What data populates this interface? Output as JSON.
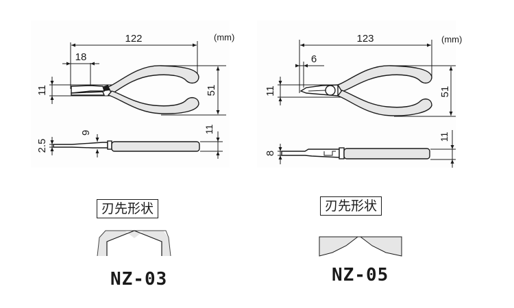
{
  "unit_label": "(mm)",
  "diagrams": [
    {
      "model": "NZ-03",
      "tip_shape_label": "刃先形状",
      "dimensions": {
        "overall_length": "122",
        "tip_length": "18",
        "tip_height": "11",
        "handle_spread": "51",
        "handle_thickness": "11",
        "tip_thickness": "2.5",
        "joint_thickness": "9"
      }
    },
    {
      "model": "NZ-05",
      "tip_shape_label": "刃先形状",
      "dimensions": {
        "overall_length": "123",
        "tip_length": "6",
        "tip_height": "11",
        "handle_spread": "51",
        "handle_thickness": "11",
        "tip_thickness": "8"
      }
    }
  ],
  "colors": {
    "line": "#1a1a1a",
    "grip_fill": "#e6e6e6",
    "shape_fill": "#e6e6e6"
  }
}
